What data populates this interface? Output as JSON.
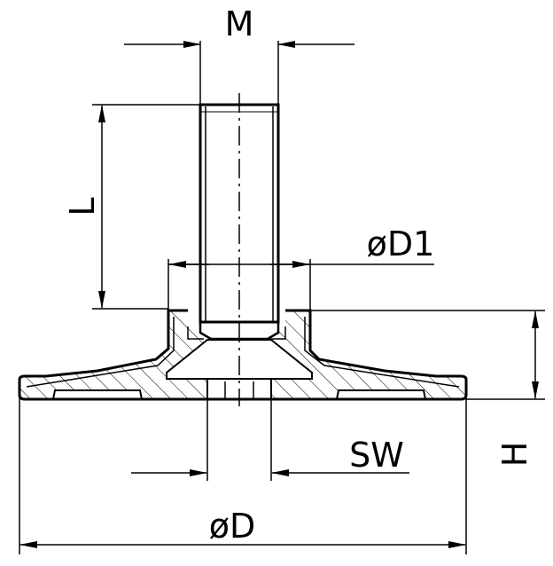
{
  "labels": {
    "m": "M",
    "l": "L",
    "d1": "øD1",
    "h": "H",
    "sw": "SW",
    "d": "øD"
  },
  "colors": {
    "line": "#000000",
    "background": "#ffffff"
  }
}
